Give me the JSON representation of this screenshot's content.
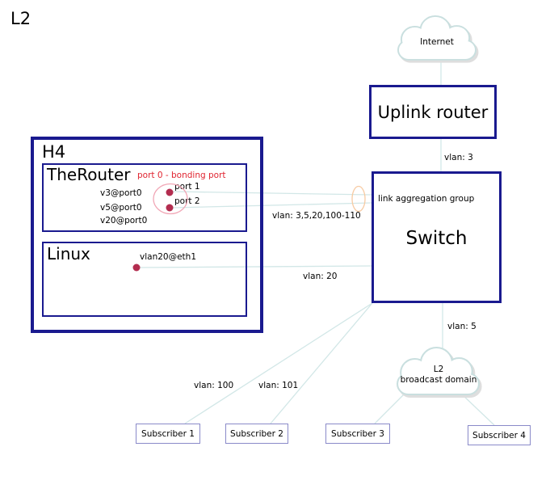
{
  "title": "L2",
  "internet": {
    "label": "Internet"
  },
  "uplink_router": {
    "label": "Uplink router"
  },
  "switch": {
    "lag_label": "link aggregation group",
    "label": "Switch"
  },
  "host": {
    "label": "H4",
    "the_router": {
      "label": "TheRouter",
      "bonding_label": "port 0 - bonding port",
      "port1_label": "port 1",
      "port2_label": "port 2",
      "vlan_ifaces": [
        "v3@port0",
        "v5@port0",
        "v20@port0"
      ]
    },
    "linux": {
      "label": "Linux",
      "iface_label": "vlan20@eth1"
    }
  },
  "edge_labels": {
    "uplink": "vlan: 3",
    "bond_trunk": "vlan: 3,5,20,100-110",
    "linux_access": "vlan: 20",
    "broadcast": "vlan: 5",
    "sub1": "vlan: 100",
    "sub2": "vlan: 101"
  },
  "broadcast_domain": {
    "line1": "L2",
    "line2": "broadcast domain"
  },
  "subscribers": [
    "Subscriber 1",
    "Subscriber 2",
    "Subscriber 3",
    "Subscriber 4"
  ],
  "colors": {
    "node_border": "#1a1a8f",
    "edge": "#d2e7e7",
    "cloud_outline": "#c9dfdf",
    "subscriber_border": "#8a8ac9",
    "bonding_text": "#e02430",
    "port_dot": "#b32d4f",
    "bond_circle": "#f1a7b6",
    "lag_ellipse": "#f7cba3"
  }
}
